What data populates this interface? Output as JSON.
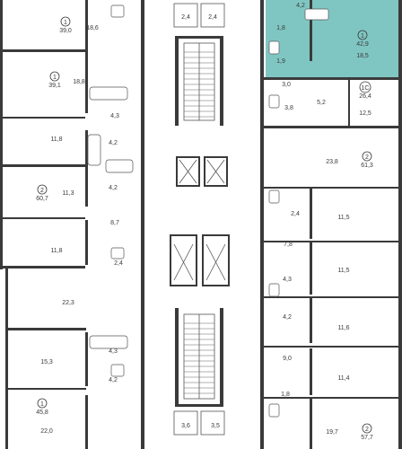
{
  "colors": {
    "highlight": "#7fc6c2",
    "wall": "#3a3a3a",
    "line": "#555555"
  },
  "units": [
    {
      "id": "u390",
      "number": "1",
      "area": "39,0"
    },
    {
      "id": "u391",
      "number": "1",
      "area": "39,1"
    },
    {
      "id": "u607",
      "number": "2",
      "area": "60,7"
    },
    {
      "id": "u458",
      "number": "1",
      "area": "45,8"
    },
    {
      "id": "u429",
      "number": "1",
      "area": "42,9"
    },
    {
      "id": "u264",
      "number": "1С",
      "area": "26,4"
    },
    {
      "id": "u613",
      "number": "2",
      "area": "61,3"
    },
    {
      "id": "u577",
      "number": "2",
      "area": "57,7"
    }
  ],
  "rooms": [
    "18,6",
    "18,8",
    "4,3",
    "11,8",
    "4,2",
    "4,2",
    "11,3",
    "8,7",
    "11,8",
    "2,4",
    "22,3",
    "15,3",
    "4,3",
    "4,2",
    "22,0",
    "4,2",
    "1,8",
    "18,5",
    "1,9",
    "3,0",
    "3,8",
    "5,2",
    "12,5",
    "23,8",
    "2,4",
    "11,5",
    "7,8",
    "11,5",
    "4,3",
    "4,2",
    "11,6",
    "9,0",
    "11,4",
    "1,8",
    "19,7",
    "2,4",
    "2,4",
    "3,6",
    "3,5"
  ]
}
